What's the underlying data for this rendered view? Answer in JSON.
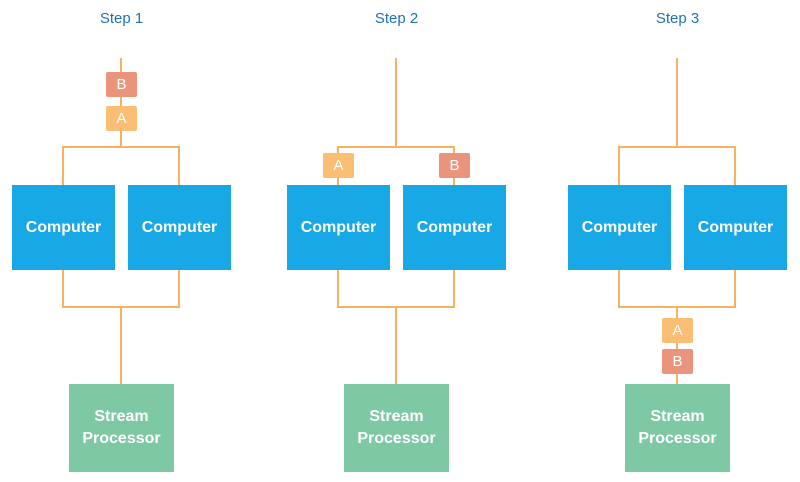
{
  "colors": {
    "background": "#FFFFFF",
    "connector": "#F8B160",
    "computer_fill": "#19A8E6",
    "processor_fill": "#7EC8A4",
    "tag_a_fill": "#FABE74",
    "tag_b_fill": "#EA947C",
    "step_title_text": "#2272B2",
    "box_text": "#FFFFFF"
  },
  "labels": {
    "computer": "Computer",
    "stream_processor": "Stream Processor",
    "tag_a": "A",
    "tag_b": "B"
  },
  "steps": [
    {
      "title": "Step 1",
      "tag_placement": "stacked B over A on input line above the computers"
    },
    {
      "title": "Step 2",
      "tag_placement": "A on left branch, B on right branch above the computers"
    },
    {
      "title": "Step 3",
      "tag_placement": "stacked A over B on merged line above the stream processor"
    }
  ]
}
